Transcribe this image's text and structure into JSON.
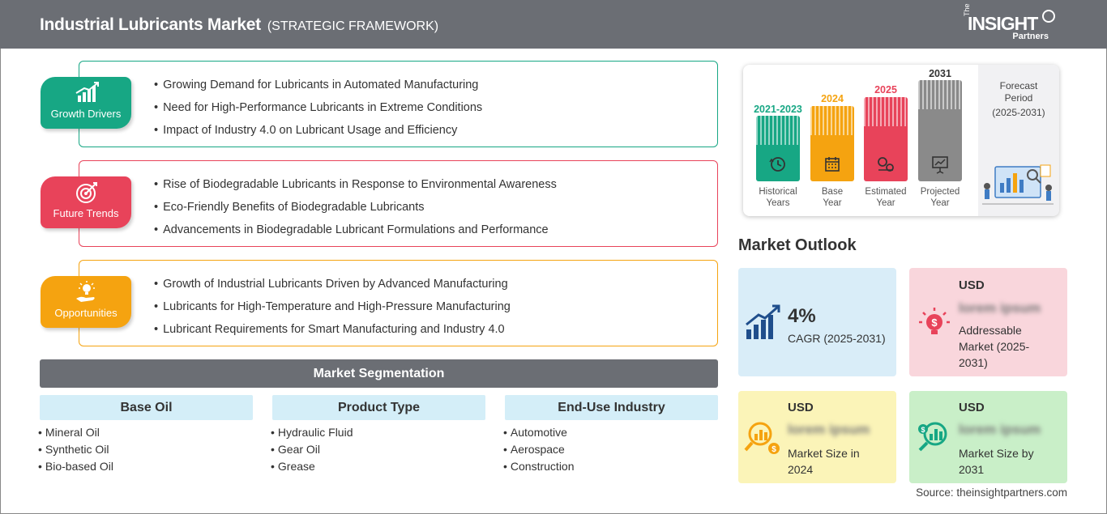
{
  "header": {
    "title": "Industrial Lubricants Market",
    "subtitle": "(STRATEGIC FRAMEWORK)",
    "logo_the": "The",
    "logo_main": "INSIGHT",
    "logo_partners": "Partners"
  },
  "sections": [
    {
      "label": "Growth Drivers",
      "color": "#17a784",
      "icon": "growth-chart-icon",
      "bullets": [
        "Growing Demand for Lubricants in Automated Manufacturing",
        "Need for High-Performance Lubricants in Extreme Conditions",
        "Impact of Industry 4.0 on Lubricant Usage and Efficiency"
      ]
    },
    {
      "label": "Future Trends",
      "color": "#e8435a",
      "icon": "target-icon",
      "bullets": [
        "Rise of Biodegradable Lubricants in Response to Environmental Awareness",
        "Eco-Friendly Benefits of Biodegradable Lubricants",
        "Advancements in Biodegradable Lubricant Formulations and Performance"
      ]
    },
    {
      "label": "Opportunities",
      "color": "#f5a310",
      "icon": "lightbulb-hand-icon",
      "bullets": [
        "Growth of Industrial Lubricants Driven by Advanced Manufacturing",
        "Lubricants for High-Temperature and High-Pressure Manufacturing",
        "Lubricant Requirements for Smart Manufacturing and Industry 4.0"
      ]
    }
  ],
  "segmentation": {
    "title": "Market Segmentation",
    "columns": [
      {
        "heading": "Base Oil",
        "items": [
          "Mineral Oil",
          "Synthetic Oil",
          "Bio-based Oil"
        ]
      },
      {
        "heading": "Product Type",
        "items": [
          "Hydraulic Fluid",
          "Gear Oil",
          "Grease"
        ]
      },
      {
        "heading": "End-Use Industry",
        "items": [
          "Automotive",
          "Aerospace",
          "Construction"
        ]
      }
    ]
  },
  "timeline": {
    "columns": [
      {
        "year": "2021-2023",
        "label": "Historical Years",
        "color": "#17a784",
        "icon": "history-icon"
      },
      {
        "year": "2024",
        "label": "Base Year",
        "color": "#f5a310",
        "icon": "calendar-icon"
      },
      {
        "year": "2025",
        "label": "Estimated Year",
        "color": "#e8435a",
        "icon": "gears-icon"
      },
      {
        "year": "2031",
        "label": "Projected Year",
        "color": "#8a8a8a",
        "icon": "presentation-icon"
      }
    ],
    "forecast_title": "Forecast Period",
    "forecast_range": "(2025-2031)"
  },
  "outlook": {
    "title": "Market Outlook",
    "cagr": {
      "value": "4%",
      "label": "CAGR (2025-2031)",
      "bg": "#d9edf8"
    },
    "addressable": {
      "usd": "USD",
      "value": "lorem ipsum",
      "label": "Addressable Market (2025-2031)",
      "bg": "#f9d6dc"
    },
    "size_2024": {
      "usd": "USD",
      "value": "lorem ipsum",
      "label": "Market Size in 2024",
      "bg": "#fbf4b8"
    },
    "size_2031": {
      "usd": "USD",
      "value": "lorem ipsum",
      "label": "Market Size by 2031",
      "bg": "#c9efc8"
    }
  },
  "source": "Source: theinsightpartners.com"
}
